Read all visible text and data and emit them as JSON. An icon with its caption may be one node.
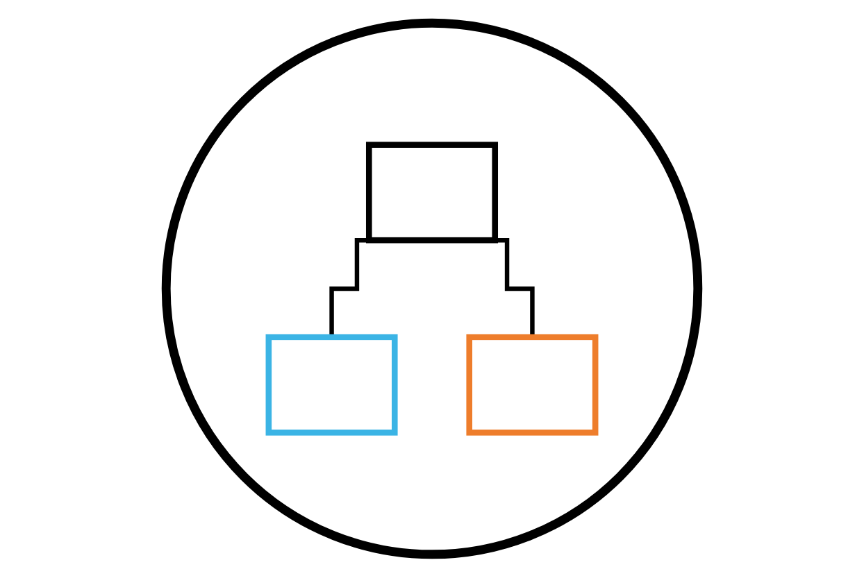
{
  "diagram": {
    "nodes": [
      {
        "text": [],
        "shape": "circle"
      },
      {
        "text": [],
        "shape": "box",
        "in": 0
      },
      {
        "text": [],
        "shape": "box",
        "in": 0
      },
      {
        "text": [],
        "shape": "box",
        "in": 0
      }
    ],
    "edges": [
      {
        "from": 1,
        "to": 2,
        "arrow": "none"
      },
      {
        "from": 1,
        "to": 3,
        "arrow": "none"
      }
    ]
  }
}
